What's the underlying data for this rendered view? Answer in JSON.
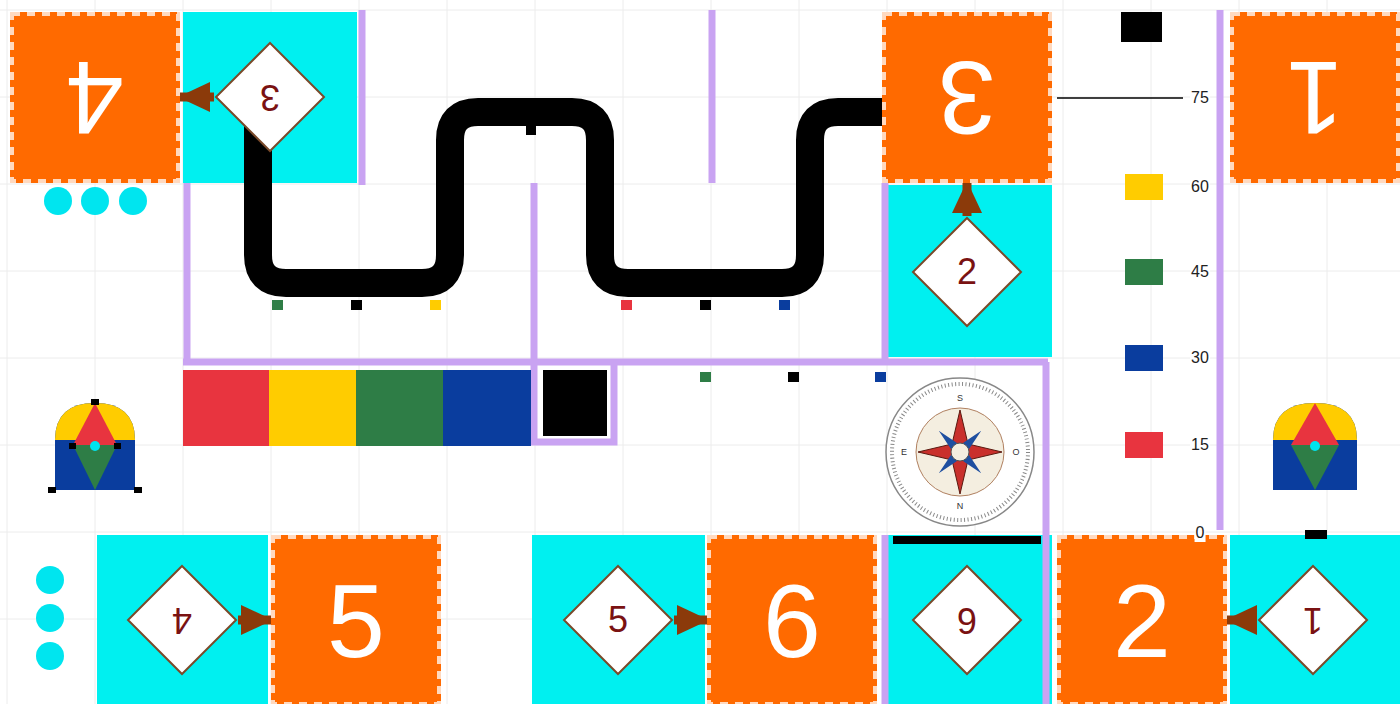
{
  "diagram": {
    "nodes": [
      {
        "text": [
          "4"
        ]
      },
      {
        "text": [
          "3"
        ]
      },
      {
        "text": [
          "3"
        ]
      },
      {
        "text": [
          "1"
        ]
      },
      {
        "text": [
          "2"
        ]
      },
      {
        "text": [
          "4"
        ]
      },
      {
        "text": [
          "5"
        ]
      },
      {
        "text": [
          "5"
        ]
      },
      {
        "text": [
          "6"
        ]
      },
      {
        "text": [
          "6"
        ]
      },
      {
        "text": [
          "2"
        ]
      },
      {
        "text": [
          "1"
        ]
      }
    ],
    "edges": [
      {
        "from": 1,
        "to": 0,
        "arrow": "to"
      },
      {
        "from": 4,
        "to": 2,
        "arrow": "to"
      },
      {
        "from": 5,
        "to": 6,
        "arrow": "to"
      },
      {
        "from": 7,
        "to": 8,
        "arrow": "to"
      },
      {
        "from": 11,
        "to": 10,
        "arrow": "to"
      }
    ],
    "labels": [
      "0",
      "S",
      "N",
      "E",
      "O"
    ],
    "legend": [
      {
        "text": "75"
      },
      {
        "text": "60",
        "color": "#ffcc00"
      },
      {
        "text": "45",
        "color": "#2e7d46"
      },
      {
        "text": "30",
        "color": "#0a3d9e"
      },
      {
        "text": "15",
        "color": "#e8343f"
      }
    ]
  }
}
